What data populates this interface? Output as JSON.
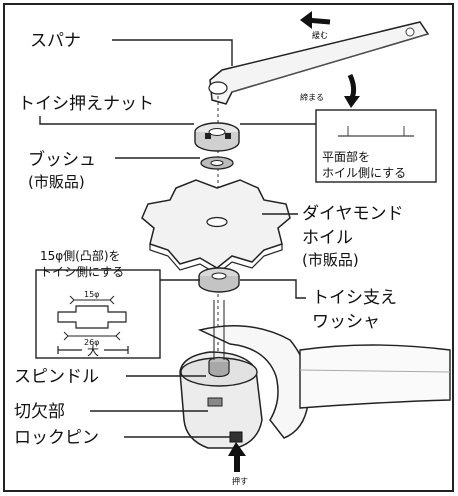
{
  "labels": {
    "spanner": "スパナ",
    "nut": "トイシ押えナット",
    "bush_line1": "ブッシュ",
    "bush_line2": "(市販品)",
    "wheel_line1": "ダイヤモンド",
    "wheel_line2": "ホイル",
    "wheel_line3": "(市販品)",
    "washer_line1": "トイシ支え",
    "washer_line2": "ワッシャ",
    "spindle": "スピンドル",
    "notch": "切欠部",
    "lockpin": "ロックピン"
  },
  "callout_flat": {
    "line1": "平面部を",
    "line2": "ホイル側にする"
  },
  "callout_washer": {
    "line1": "15φ側(凸部)を",
    "line2": "トイシ側にする",
    "dim_small": "15φ",
    "dim_large": "26φ",
    "size_label": "大"
  },
  "arrows": {
    "loosen": "緩む",
    "tighten": "締まる",
    "press": "押す"
  }
}
